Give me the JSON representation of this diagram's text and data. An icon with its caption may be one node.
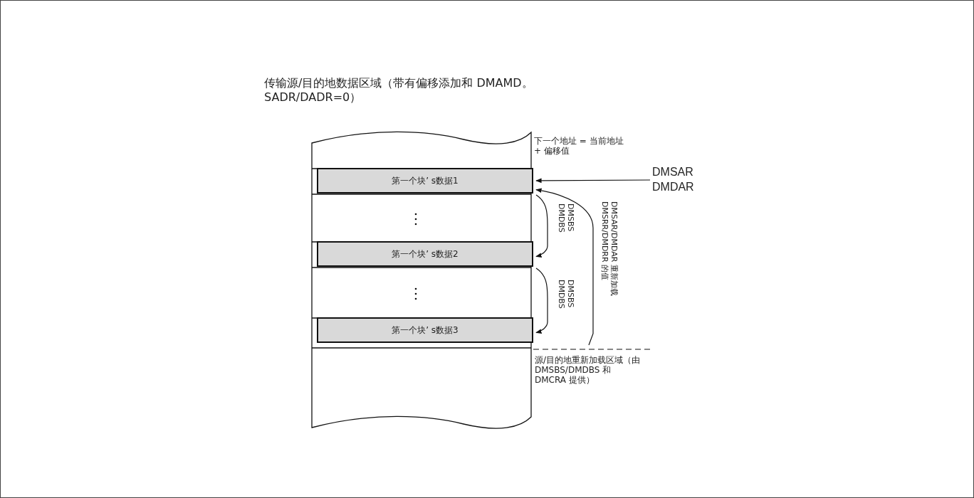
{
  "diagram": {
    "title": "传输源/目的地数据区域（带有偏移添加和 DMAMD。SADR/DADR=0）",
    "nodes": [
      {
        "text": [
          "第一个块’ s数据1"
        ]
      },
      {
        "text": [
          "第一个块’ s数据2"
        ]
      },
      {
        "text": [
          "第一个块’ s数据3"
        ]
      },
      {
        "text": [
          "DMSAR DMDAR"
        ]
      }
    ],
    "edges": [
      {
        "from": 3,
        "to": 0,
        "arrow": "to"
      },
      {
        "from": 0,
        "to": 1,
        "arrow": "to",
        "label": "DMSBS DMDBS"
      },
      {
        "from": 1,
        "to": 2,
        "arrow": "to",
        "label": "DMSBS DMDBS"
      },
      {
        "from": null,
        "to": 0,
        "arrow": "to",
        "label": "DMSAR/DMDAR 重新加载 DMSRR/DMDRR 的值"
      }
    ],
    "labels": [
      "下一个地址 = 当前地址 + 偏移值",
      "源/目的地重新加载区域（由 DMSBS/DMDBS 和 DMCRA 提供）"
    ]
  }
}
